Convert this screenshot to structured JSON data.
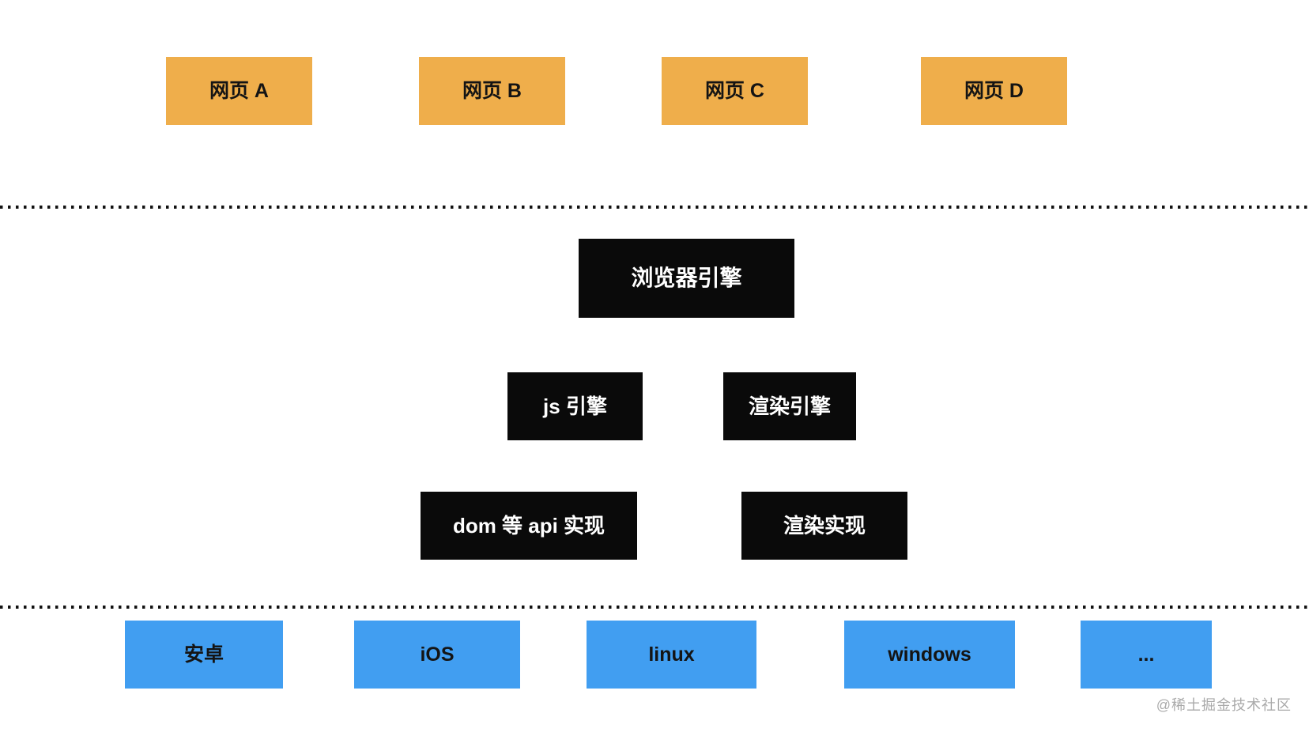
{
  "webpages": {
    "a": "网页 A",
    "b": "网页 B",
    "c": "网页 C",
    "d": "网页 D"
  },
  "engine": {
    "browser": "浏览器引擎",
    "js": "js 引擎",
    "render": "渲染引擎",
    "dom_api_impl": "dom 等 api 实现",
    "render_impl": "渲染实现"
  },
  "platforms": {
    "android": "安卓",
    "ios": "iOS",
    "linux": "linux",
    "windows": "windows",
    "more": "..."
  },
  "watermark": "@稀土掘金技术社区",
  "colors": {
    "webpage_box": "#efae4b",
    "engine_box": "#0a0a0a",
    "engine_text": "#ffffff",
    "platform_box": "#419ef1",
    "box_text": "#141414",
    "dotted_line": "#111111",
    "watermark_text": "#aaaaaa"
  }
}
